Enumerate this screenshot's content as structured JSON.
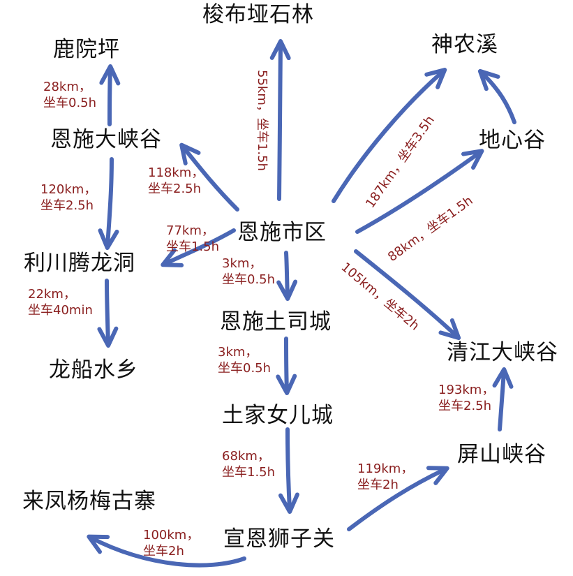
{
  "places": {
    "suobu": "梭布垭石林",
    "luyuanping": "鹿院坪",
    "shennongxi": "神农溪",
    "dixingu": "地心谷",
    "gorge": "恩施大峡谷",
    "city": "恩施市区",
    "lichuan": "利川腾龙洞",
    "tusi": "恩施土司城",
    "longchuan": "龙船水乡",
    "qingjiang": "清江大峡谷",
    "nverc": "土家女儿城",
    "pingshan": "屏山峡谷",
    "laifeng": "来凤杨梅古寨",
    "xuanen": "宣恩狮子关"
  },
  "routes": {
    "gorge_luyuanping": "28km，\n坐车0.5h",
    "gorge_lichuan": "120km，\n坐车2.5h",
    "lichuan_longchuan": "22km，\n坐车40min",
    "city_gorge": "118km，\n坐车2.5h",
    "city_lichuan": "77km，\n坐车1.5h",
    "city_suobu": "55km，坐车1.5h",
    "city_shennongxi": "187km，坐车3.5h",
    "city_dixingu": "88km，坐车1.5h",
    "city_qingjiang": "105km，坐车2h",
    "city_tusi": "3km，\n坐车0.5h",
    "tusi_nverc": "3km，\n坐车0.5h",
    "nverc_xuanen": "68km，\n坐车1.5h",
    "xuanen_pingshan": "119km，\n坐车2h",
    "xuanen_laifeng": "100km，\n坐车2h",
    "pingshan_qingjiang": "193km，\n坐车2.5h"
  },
  "colors": {
    "arrow": "#4a67b5",
    "distance_text": "#8a1f1f",
    "place_text": "#111111"
  }
}
